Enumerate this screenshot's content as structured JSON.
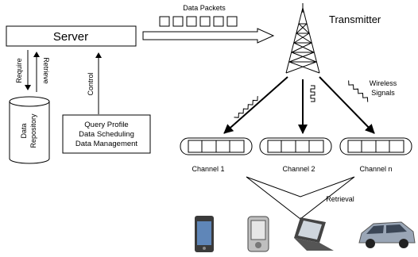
{
  "server": {
    "label": "Server"
  },
  "repository": {
    "label_line1": "Data",
    "label_line2": "Repository"
  },
  "links": {
    "require": "Require",
    "retrieve": "Retrieve",
    "control": "Control"
  },
  "control_box": {
    "lines": [
      "Query Profile",
      "Data Scheduling",
      "Data Management"
    ]
  },
  "packets": {
    "label": "Data Packets"
  },
  "transmitter": {
    "label": "Transmitter"
  },
  "signals": {
    "label_line1": "Wireless",
    "label_line2": "Signals"
  },
  "channels": [
    {
      "label": "Channel 1"
    },
    {
      "label": "Channel 2"
    },
    {
      "label": "Channel n"
    }
  ],
  "retrieval": {
    "label": "Retrieval"
  },
  "devices": [
    {
      "name": "smartphone",
      "icon": "smartphone-icon"
    },
    {
      "name": "pda",
      "icon": "pda-icon"
    },
    {
      "name": "laptop",
      "icon": "laptop-icon"
    },
    {
      "name": "car",
      "icon": "car-icon"
    }
  ],
  "colors": {
    "line": "#000000",
    "device_dark": "#3a3a3a",
    "car": "#9aa6b6"
  }
}
